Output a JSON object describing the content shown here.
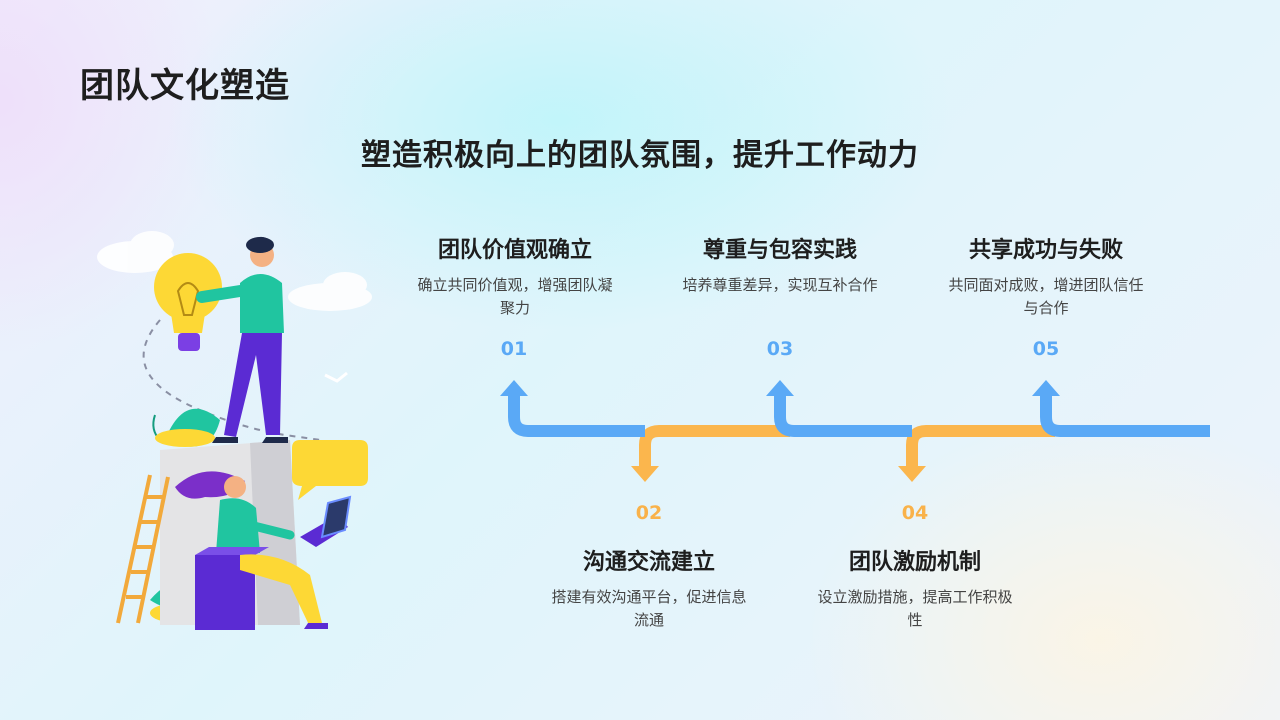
{
  "slide": {
    "title": "团队文化塑造",
    "subtitle": "塑造积极向上的团队氛围，提升工作动力"
  },
  "colors": {
    "blue_arrow": "#5aa9f6",
    "orange_arrow": "#fbb64d",
    "title_text": "#1e1e1e"
  },
  "steps": [
    {
      "number": "01",
      "title": "团队价值观确立",
      "desc": "确立共同价值观，增强团队凝聚力"
    },
    {
      "number": "02",
      "title": "沟通交流建立",
      "desc": "搭建有效沟通平台，促进信息流通"
    },
    {
      "number": "03",
      "title": "尊重与包容实践",
      "desc": "培养尊重差异，实现互补合作"
    },
    {
      "number": "04",
      "title": "团队激励机制",
      "desc": "设立激励措施，提高工作积极性"
    },
    {
      "number": "05",
      "title": "共享成功与失败",
      "desc": "共同面对成败，增进团队信任与合作"
    }
  ],
  "illustration": {
    "icons": [
      "lightbulb-icon",
      "speech-bubble-icon",
      "laptop-icon",
      "ladder-icon",
      "cloud-icon",
      "leaf-icon"
    ]
  }
}
